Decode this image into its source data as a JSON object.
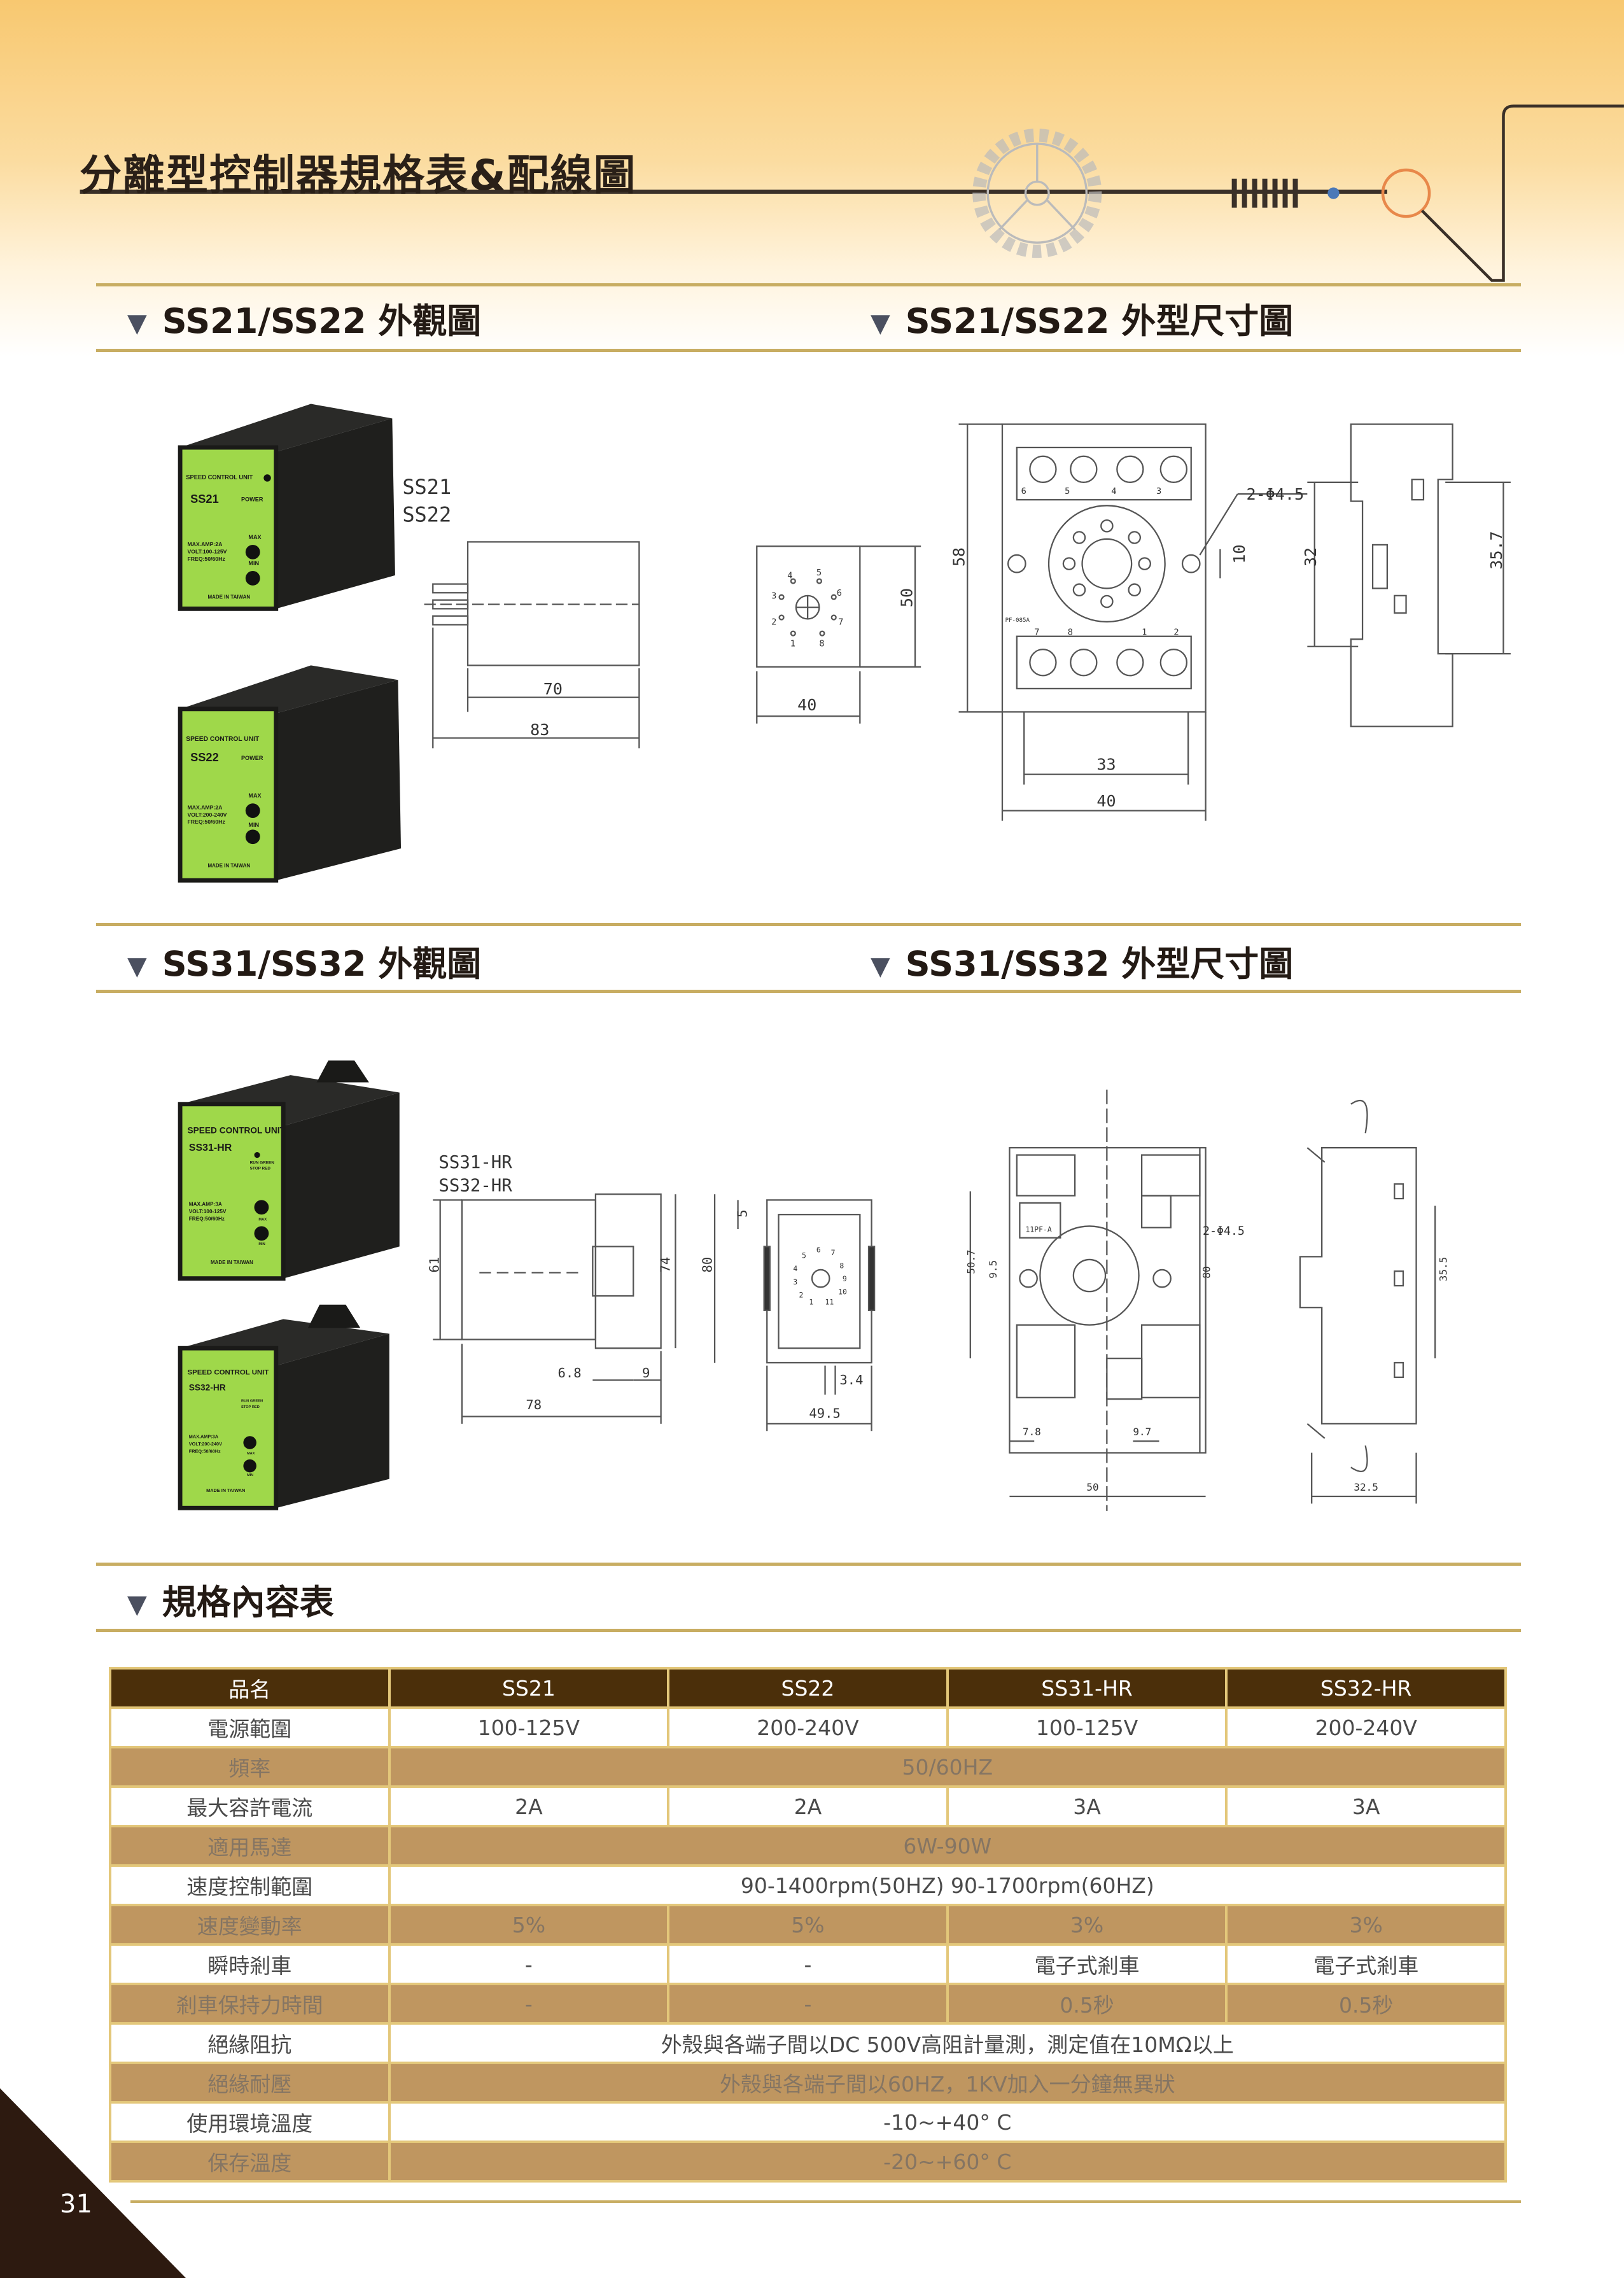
{
  "title": "分離型控制器規格表&配線圖",
  "sections": {
    "s1_left": "SS21/SS22 外觀圖",
    "s1_right": "SS21/SS22 外型尺寸圖",
    "s2_left": "SS31/SS32 外觀圖",
    "s2_right": "SS31/SS32 外型尺寸圖",
    "s3": "規格內容表",
    "triangle": "▼"
  },
  "products": [
    {
      "header": "SPEED CONTROL UNIT",
      "model": "SS21",
      "indicator": "POWER",
      "max": "MAX",
      "min": "MIN",
      "amp": "MAX.AMP:2A",
      "volt": "VOLT:100-125V",
      "freq": "FREQ:50/60Hz",
      "origin": "MADE IN TAIWAN"
    },
    {
      "header": "SPEED CONTROL UNIT",
      "model": "SS22",
      "indicator": "POWER",
      "max": "MAX",
      "min": "MIN",
      "amp": "MAX.AMP:2A",
      "volt": "VOLT:200-240V",
      "freq": "FREQ:50/60Hz",
      "origin": "MADE IN TAIWAN"
    },
    {
      "header": "SPEED CONTROL UNIT",
      "model": "SS31-HR",
      "indicator": "RUN GREEN",
      "indicator2": "STOP RED",
      "max": "MAX",
      "min": "MIN",
      "amp": "MAX.AMP:3A",
      "volt": "VOLT:100-125V",
      "freq": "FREQ:50/60Hz",
      "origin": "MADE IN TAIWAN"
    },
    {
      "header": "SPEED CONTROL UNIT",
      "model": "SS32-HR",
      "indicator": "RUN GREEN",
      "indicator2": "STOP RED",
      "max": "MAX",
      "min": "MIN",
      "amp": "MAX.AMP:3A",
      "volt": "VOLT:200-240V",
      "freq": "FREQ:50/60Hz",
      "origin": "MADE IN TAIWAN"
    }
  ],
  "drawings": {
    "d1": {
      "label1": "SS21",
      "label2": "SS22",
      "w1": "70",
      "w2": "83"
    },
    "d2": {
      "h": "50",
      "w": "40",
      "pins": [
        "1",
        "2",
        "3",
        "4",
        "5",
        "6",
        "7",
        "8"
      ]
    },
    "d3": {
      "h": "58",
      "holes": "2-Φ4.5",
      "gap": "10",
      "w1": "33",
      "w2": "40",
      "part": "PF-085A",
      "pins": [
        "6",
        "5",
        "4",
        "3",
        "7",
        "8",
        "1",
        "2"
      ]
    },
    "d4": {
      "h1": "32",
      "h2": "35.7"
    },
    "d5": {
      "label1": "SS31-HR",
      "label2": "SS32-HR",
      "h1": "61",
      "h2": "74",
      "a": "6.8",
      "b": "9",
      "w": "78"
    },
    "d6": {
      "h": "80",
      "top": "5",
      "a": "3.4",
      "w": "49.5",
      "pins": [
        "1",
        "2",
        "3",
        "4",
        "5",
        "6",
        "7",
        "8",
        "9",
        "10",
        "11"
      ]
    },
    "d7": {
      "part": "11PF-A",
      "holes": "2-Φ4.5",
      "h1": "50.7",
      "h2": "9.5",
      "h3": "80",
      "a": "7.8",
      "b": "9.7",
      "w": "50"
    },
    "d8": {
      "h": "35.5",
      "w": "32.5"
    }
  },
  "table": {
    "header": [
      "品名",
      "SS21",
      "SS22",
      "SS31-HR",
      "SS32-HR"
    ],
    "rows": [
      [
        "電源範圍",
        "100-125V",
        "200-240V",
        "100-125V",
        "200-240V"
      ],
      [
        "頻率",
        "50/60HZ"
      ],
      [
        "最大容許電流",
        "2A",
        "2A",
        "3A",
        "3A"
      ],
      [
        "適用馬達",
        "6W-90W"
      ],
      [
        "速度控制範圍",
        "90-1400rpm(50HZ)  90-1700rpm(60HZ)"
      ],
      [
        "速度變動率",
        "5%",
        "5%",
        "3%",
        "3%"
      ],
      [
        "瞬時剎車",
        "-",
        "-",
        "電子式剎車",
        "電子式剎車"
      ],
      [
        "剎車保持力時間",
        "-",
        "-",
        "0.5秒",
        "0.5秒"
      ],
      [
        "絕緣阻抗",
        "外殼與各端子間以DC 500V高阻計量測，測定值在10MΩ以上"
      ],
      [
        "絕緣耐壓",
        "外殼與各端子間以60HZ，1KV加入一分鐘無異狀"
      ],
      [
        "使用環境溫度",
        "-10~+40° C"
      ],
      [
        "保存溫度",
        "-20~+60° C"
      ]
    ]
  },
  "page_number": "31",
  "colors": {
    "header_bg": "#4b2f0a",
    "row_gold": "#bf9660",
    "rule": "#c8ad62",
    "accent_orange": "#e8884a",
    "dot_blue": "#4a78b8",
    "panel_green": "#9fd84a"
  }
}
